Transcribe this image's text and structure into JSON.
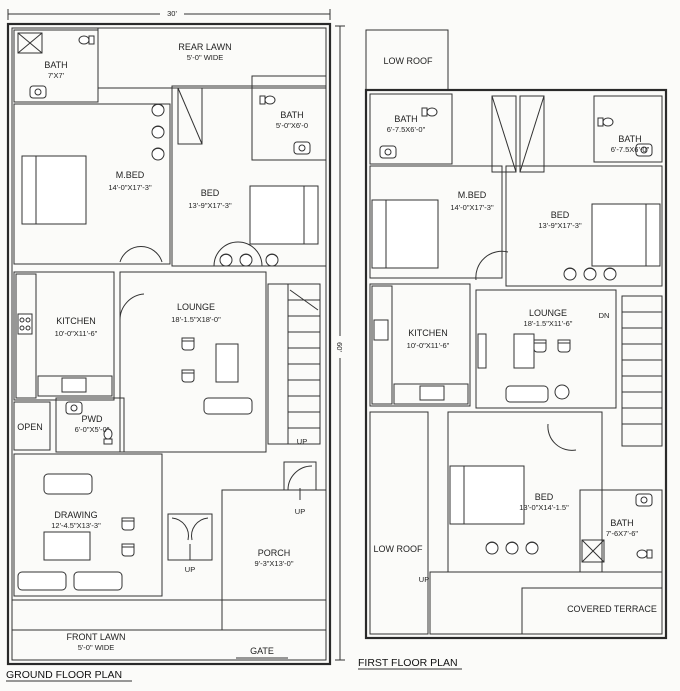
{
  "dimensions": {
    "width_label": "30'",
    "depth_label": "60'"
  },
  "ground_floor": {
    "title": "GROUND FLOOR PLAN",
    "rear_lawn": {
      "name": "REAR LAWN",
      "size": "5'-0\" WIDE"
    },
    "bath_left": {
      "name": "BATH",
      "size": "7'X7'"
    },
    "bath_right": {
      "name": "BATH",
      "size": "5'-0\"X6'-0"
    },
    "mbed": {
      "name": "M.BED",
      "size": "14'-0\"X17'-3\""
    },
    "bed": {
      "name": "BED",
      "size": "13'-9\"X17'-3\""
    },
    "kitchen": {
      "name": "KITCHEN",
      "size": "10'-0\"X11'-6\""
    },
    "lounge": {
      "name": "LOUNGE",
      "size": "18'-1.5\"X18'-0\""
    },
    "open": {
      "name": "OPEN"
    },
    "pwd": {
      "name": "PWD",
      "size": "6'-0\"X5'-0\""
    },
    "drawing": {
      "name": "DRAWING",
      "size": "12'-4.5\"X13'-3\""
    },
    "porch": {
      "name": "PORCH",
      "size": "9'-3\"X13'-0\""
    },
    "front_lawn": {
      "name": "FRONT LAWN",
      "size": "5'-0\" WIDE"
    },
    "gate": "GATE",
    "up_labels": [
      "UP",
      "UP",
      "UP"
    ]
  },
  "first_floor": {
    "title": "FIRST FLOOR PLAN",
    "low_roof_top": "LOW ROOF",
    "bath_left": {
      "name": "BATH",
      "size": "6'-7.5X6'-0\""
    },
    "bath_right": {
      "name": "BATH",
      "size": "6'-7.5X6'-0\""
    },
    "mbed": {
      "name": "M.BED",
      "size": "14'-0\"X17'-3\""
    },
    "bed": {
      "name": "BED",
      "size": "13'-9\"X17'-3\""
    },
    "kitchen": {
      "name": "KITCHEN",
      "size": "10'-0\"X11'-6\""
    },
    "lounge": {
      "name": "LOUNGE",
      "size": "18'-1.5\"X11'-6\""
    },
    "dn": "DN",
    "bed2": {
      "name": "BED",
      "size": "13'-0\"X14'-1.5\""
    },
    "bath3": {
      "name": "BATH",
      "size": "7'-6X7'-6\""
    },
    "low_roof_bottom": "LOW ROOF",
    "up": "UP",
    "covered_terrace": "COVERED TERRACE"
  }
}
